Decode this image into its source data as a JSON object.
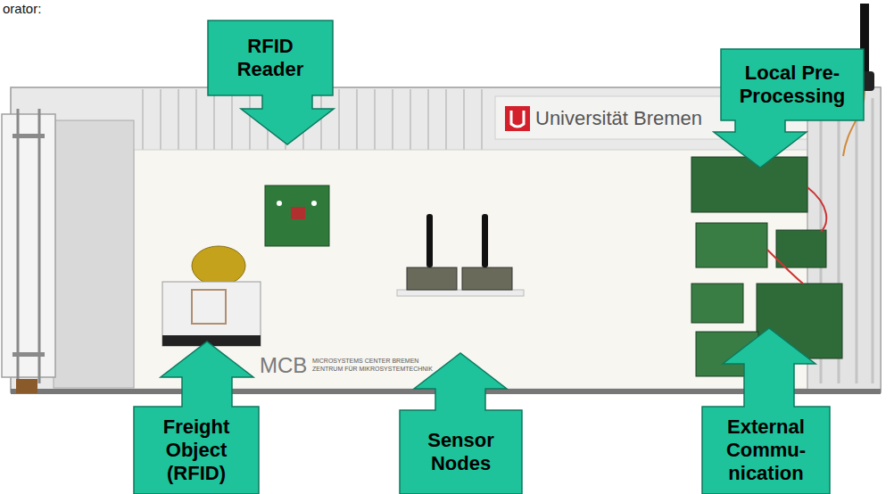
{
  "diagram": {
    "nodes": [
      {
        "text": [
          "RFID Reader"
        ]
      },
      {
        "text": [
          "Local Pre- Processing"
        ]
      },
      {
        "text": [
          "Freight Object (RFID)"
        ]
      },
      {
        "text": [
          "Sensor Nodes"
        ]
      },
      {
        "text": [
          "External Commu- nication"
        ]
      }
    ],
    "labels": [
      "orator:",
      "Universität Bremen",
      "MCB",
      "MICROSYSTEMS CENTER BREMEN",
      "ZENTRUM FÜR MIKROSYSTEMTECHNIK"
    ]
  }
}
